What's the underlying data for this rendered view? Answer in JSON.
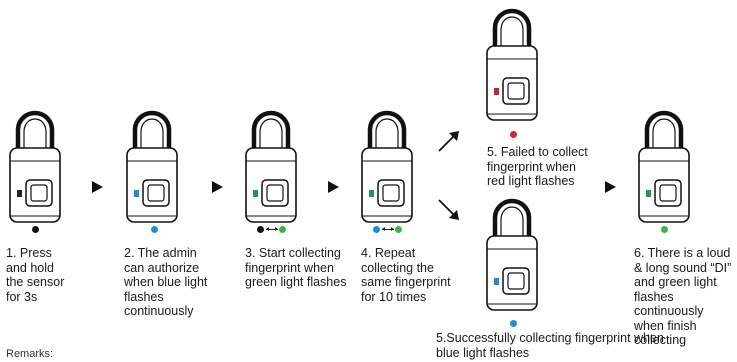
{
  "steps": [
    {
      "caption": "1. Press and hold the sensor for 3s",
      "led_color": "#222222",
      "indicator": [
        "#111111"
      ]
    },
    {
      "caption": "2. The admin can authorize when blue light flashes continuously",
      "led_color": "#1e8ed0",
      "indicator": [
        "#1e8ed0"
      ]
    },
    {
      "caption": "3. Start collecting fingerprint when green light flashes",
      "led_color": "#1f9a4a",
      "indicator": [
        "#111111",
        "#3bb54a"
      ]
    },
    {
      "caption": "4. Repeat collecting the same fingerprint for 10 times",
      "led_color": "#1f9a4a",
      "indicator": [
        "#1e8ed0",
        "#3bb54a"
      ]
    },
    {
      "caption": "5. Failed to collect fingerprint when red light flashes",
      "led_color": "#c0252b",
      "indicator": [
        "#d7262e"
      ]
    },
    {
      "caption": "5.Successfully collecting fingerprint when blue light flashes",
      "led_color": "#1e8ed0",
      "indicator": [
        "#1e8ed0"
      ]
    },
    {
      "caption": "6. There is a loud & long sound “DI” and green light flashes continuously when finish collecting",
      "led_color": "#1f9a4a",
      "indicator": [
        "#3bb54a"
      ]
    }
  ],
  "remarks_label": "Remarks:"
}
